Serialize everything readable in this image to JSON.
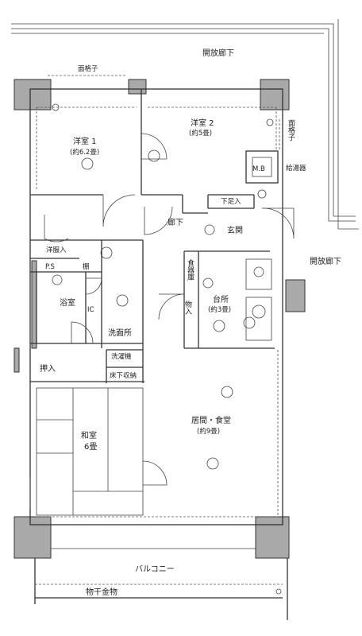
{
  "corridor_top": "開放廊下",
  "corridor_right": "開放廊下",
  "lattice_top": "面格子",
  "lattice_right": "面格子",
  "room_western1": "洋室 1",
  "room_western1_size": "(約6.2畳)",
  "room_western2": "洋室 2",
  "room_western2_size": "(約5畳)",
  "meter_box": "M.B",
  "water_heater": "給湯器",
  "shoe_storage": "下足入",
  "hallway": "廊下",
  "entrance": "玄関",
  "closet_western": "洋服入",
  "ps": "P.S",
  "shelf": "棚",
  "bath": "浴室",
  "ic": "IC",
  "washroom": "洗面所",
  "kitchen": "台所",
  "kitchen_size": "(約3畳)",
  "pantry": "食器庫",
  "storage": "物入",
  "washer": "洗濯機",
  "floor_storage": "床下収納",
  "closet_japanese": "押入",
  "room_japanese": "和室",
  "room_japanese_size": "6畳",
  "living": "居間・食堂",
  "living_size": "(約9畳)",
  "balcony": "バルコニー",
  "clothes_rack": "物干金物"
}
